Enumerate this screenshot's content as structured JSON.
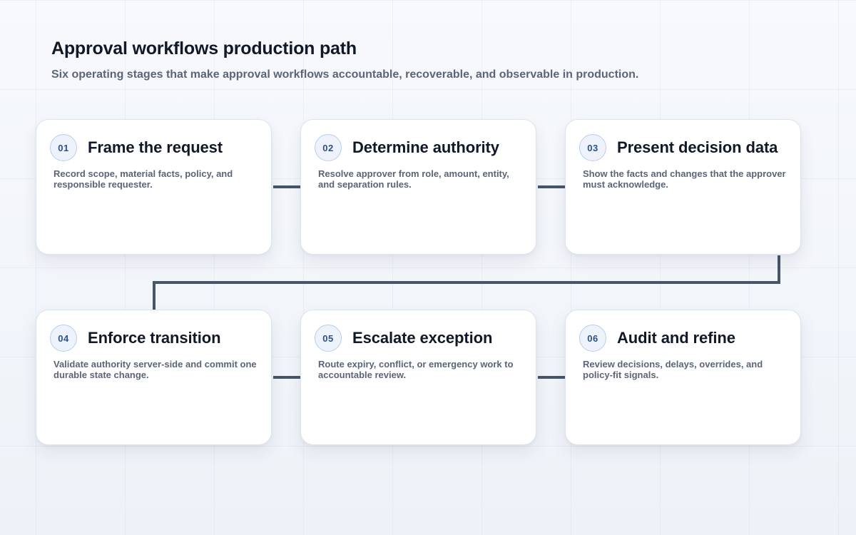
{
  "header": {
    "title": "Approval workflows production path",
    "subtitle": "Six operating stages that make approval workflows accountable, recoverable, and observable in production."
  },
  "colors": {
    "connector": "#475569",
    "badge_text": "#2d4f8a",
    "badge_border": "#b8cdee",
    "title_text": "#111827",
    "body_text": "#5b6577"
  },
  "steps": [
    {
      "number": "01",
      "title": "Frame the request",
      "description": "Record scope, material facts, policy, and responsible requester."
    },
    {
      "number": "02",
      "title": "Determine authority",
      "description": "Resolve approver from role, amount, entity, and separation rules."
    },
    {
      "number": "03",
      "title": "Present decision data",
      "description": "Show the facts and changes that the approver must acknowledge."
    },
    {
      "number": "04",
      "title": "Enforce transition",
      "description": "Validate authority server-side and commit one durable state change."
    },
    {
      "number": "05",
      "title": "Escalate exception",
      "description": "Route expiry, conflict, or emergency work to accountable review."
    },
    {
      "number": "06",
      "title": "Audit and refine",
      "description": "Review decisions, delays, overrides, and policy-fit signals."
    }
  ]
}
